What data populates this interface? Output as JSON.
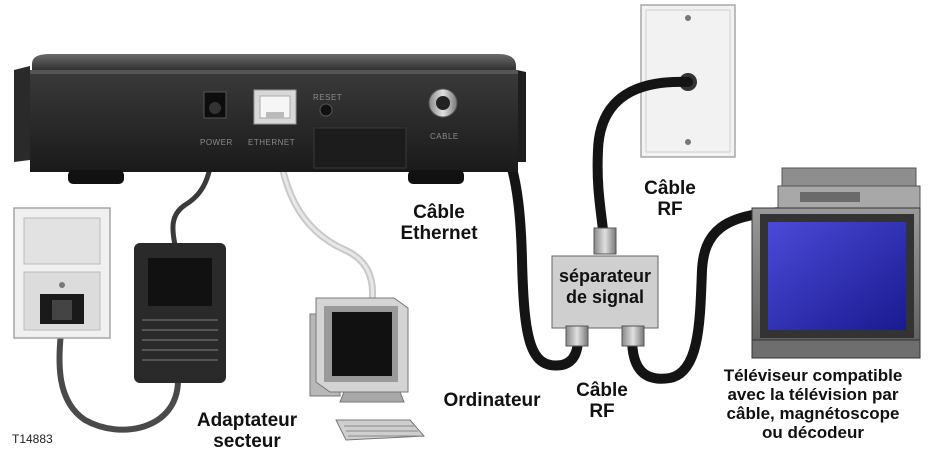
{
  "figure_id": "T14883",
  "ports": {
    "power": "POWER",
    "ethernet": "ETHERNET",
    "reset": "RESET",
    "cable": "CABLE"
  },
  "labels": {
    "cable_rf_top": [
      "Câble",
      "RF"
    ],
    "cable_ethernet": [
      "Câble",
      "Ethernet"
    ],
    "splitter": [
      "séparateur",
      "de signal"
    ],
    "cable_rf_bottom": [
      "Câble",
      "RF"
    ],
    "ordinateur": [
      "Ordinateur"
    ],
    "adaptateur": [
      "Adaptateur",
      "secteur"
    ],
    "televiseur": [
      "Téléviseur compatible",
      "avec la télévision par",
      "câble, magnétoscope",
      "ou décodeur"
    ]
  }
}
